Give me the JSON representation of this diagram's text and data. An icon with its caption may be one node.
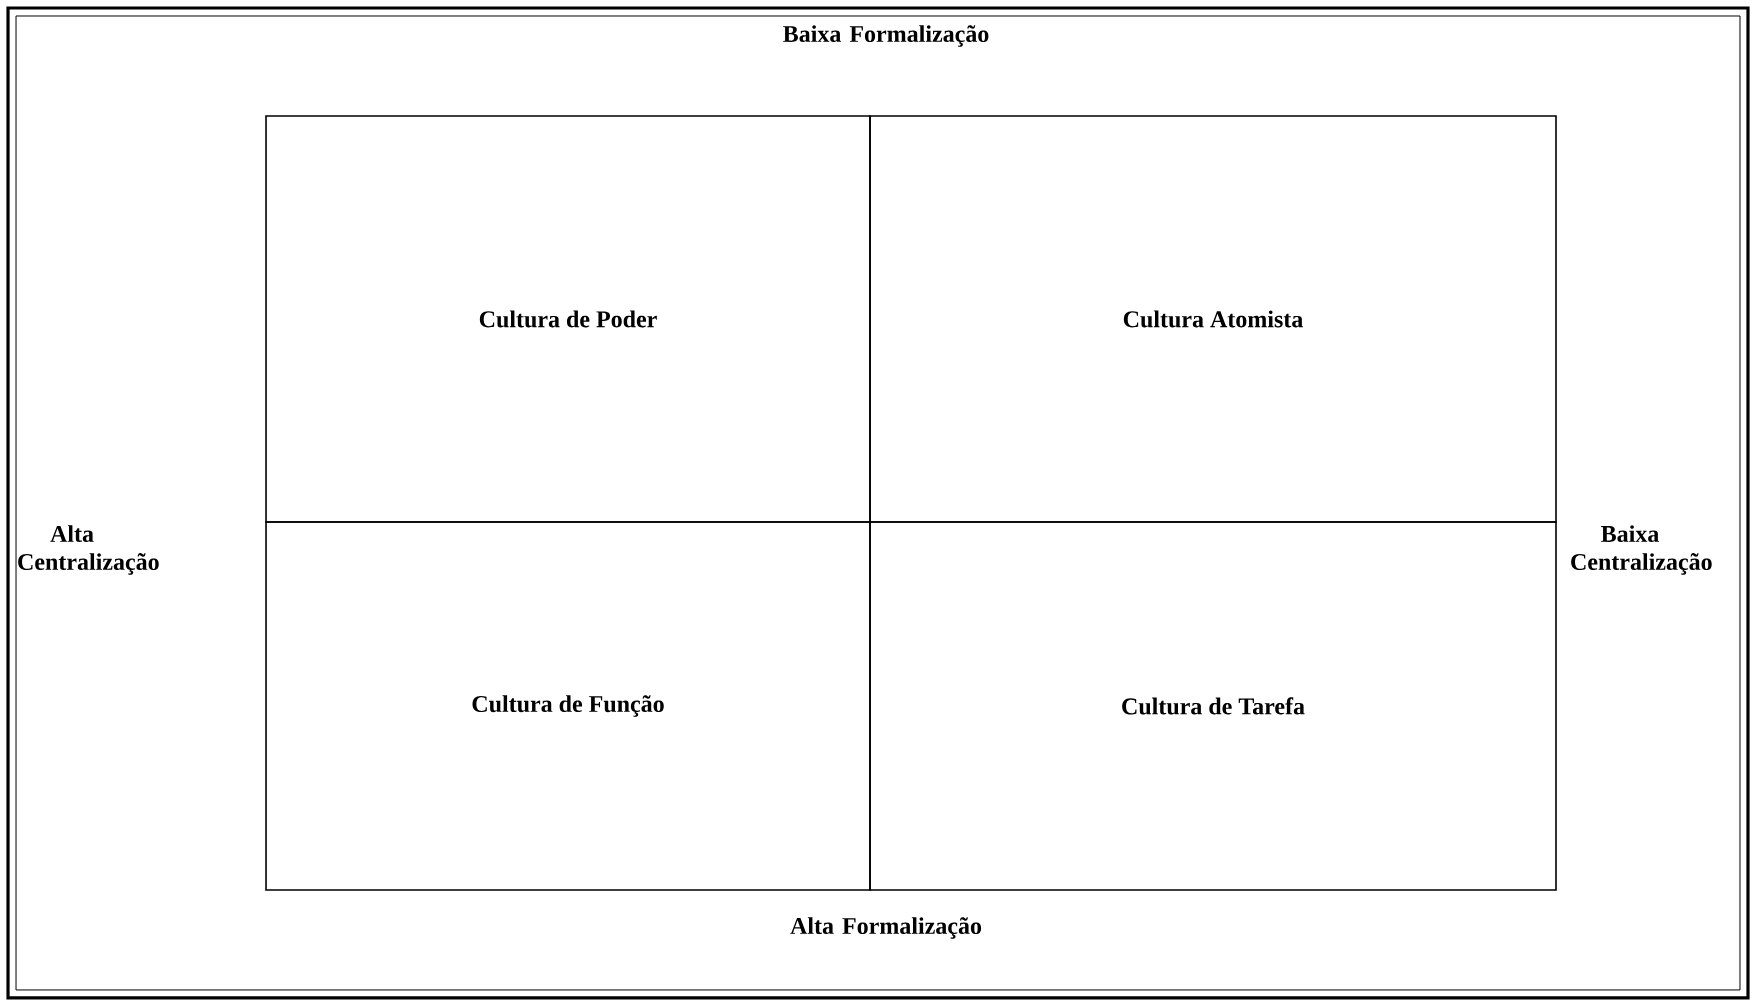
{
  "diagram": {
    "nodes": [
      {
        "text": [
          "Cultura de Poder"
        ]
      },
      {
        "text": [
          "Cultura Atomista"
        ]
      },
      {
        "text": [
          "Cultura de Função"
        ]
      },
      {
        "text": [
          "Cultura de Tarefa"
        ]
      }
    ],
    "labels": [
      "Baixa Formalização",
      "Alta Centralização",
      "Baixa Centralização",
      "Alta Formalização"
    ]
  }
}
